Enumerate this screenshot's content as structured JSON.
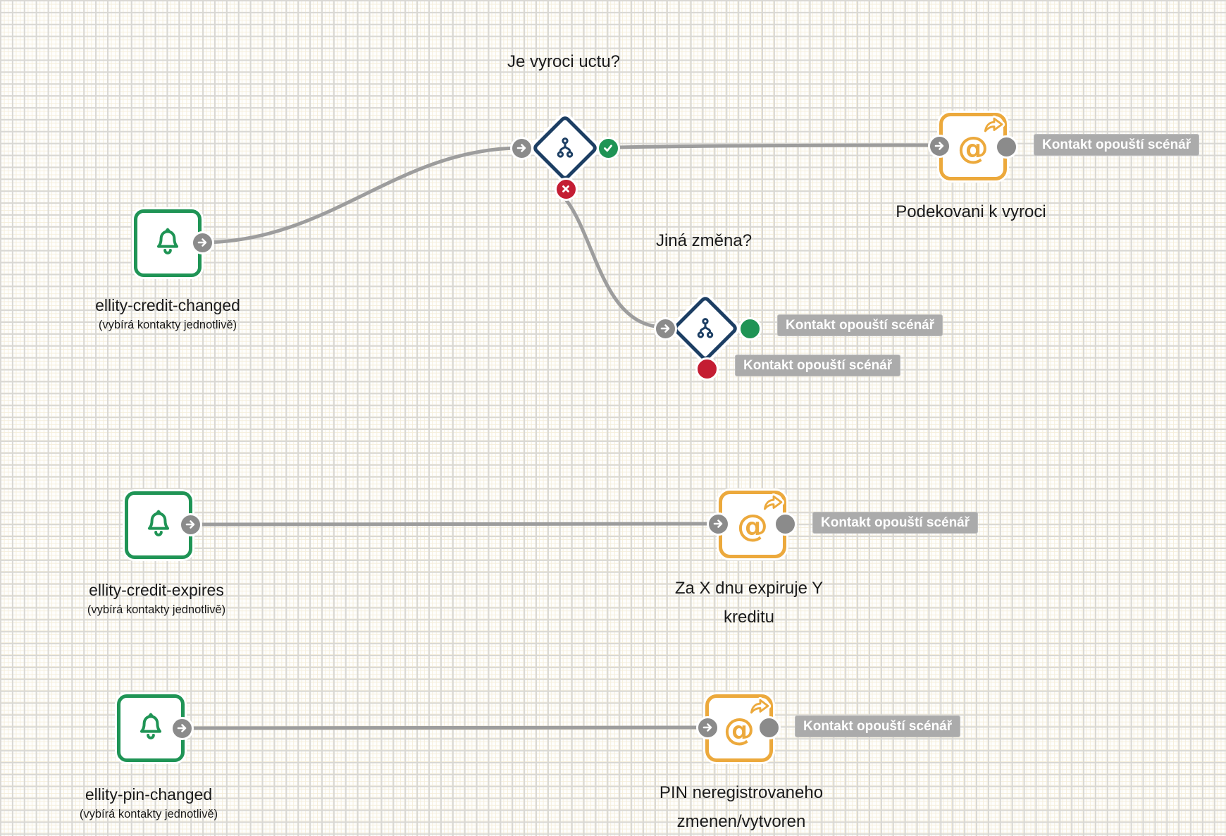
{
  "badges": {
    "leave": "Kontakt opouští scénář"
  },
  "decision1": {
    "question": "Je vyroci uctu?"
  },
  "decision2": {
    "question": "Jiná změna?"
  },
  "trigger1": {
    "title": "ellity-credit-changed",
    "subtitle": "(vybírá kontakty jednotlivě)"
  },
  "trigger2": {
    "title": "ellity-credit-expires",
    "subtitle": "(vybírá kontakty jednotlivě)"
  },
  "trigger3": {
    "title": "ellity-pin-changed",
    "subtitle": "(vybírá kontakty jednotlivě)"
  },
  "email1": {
    "title": "Podekovani k vyroci"
  },
  "email2": {
    "line1": "Za X dnu expiruje Y",
    "line2": "kreditu"
  },
  "email3": {
    "line1": "PIN neregistrovaneho",
    "line2": "zmenen/vytvoren"
  },
  "icons": {
    "at_symbol": "@",
    "bell": "bell-icon",
    "split": "split-branch-icon",
    "share": "share-arrow-icon",
    "port_arrow": "arrow-right-icon",
    "yes": "check-icon",
    "no": "cross-icon"
  },
  "colors": {
    "trigger_green": "#1f9455",
    "email_orange": "#eca93c",
    "decision_navy": "#1c3e63",
    "port_gray": "#8b8b8b",
    "yes_green": "#1f9455",
    "no_red": "#c41d32",
    "wire_gray": "#9d9d9d",
    "badge_gray": "#ababab",
    "text_dark": "#1b1b1b"
  }
}
